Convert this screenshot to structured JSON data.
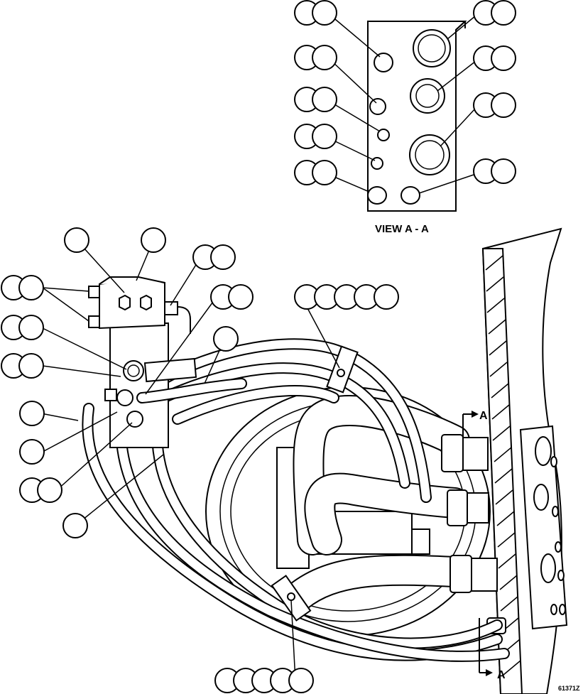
{
  "view_label": "VIEW A - A",
  "section_marker_top": "A",
  "section_marker_bottom": "A",
  "figure_number": "61371Z",
  "colors": {
    "ink": "#000000",
    "paper": "#ffffff"
  }
}
